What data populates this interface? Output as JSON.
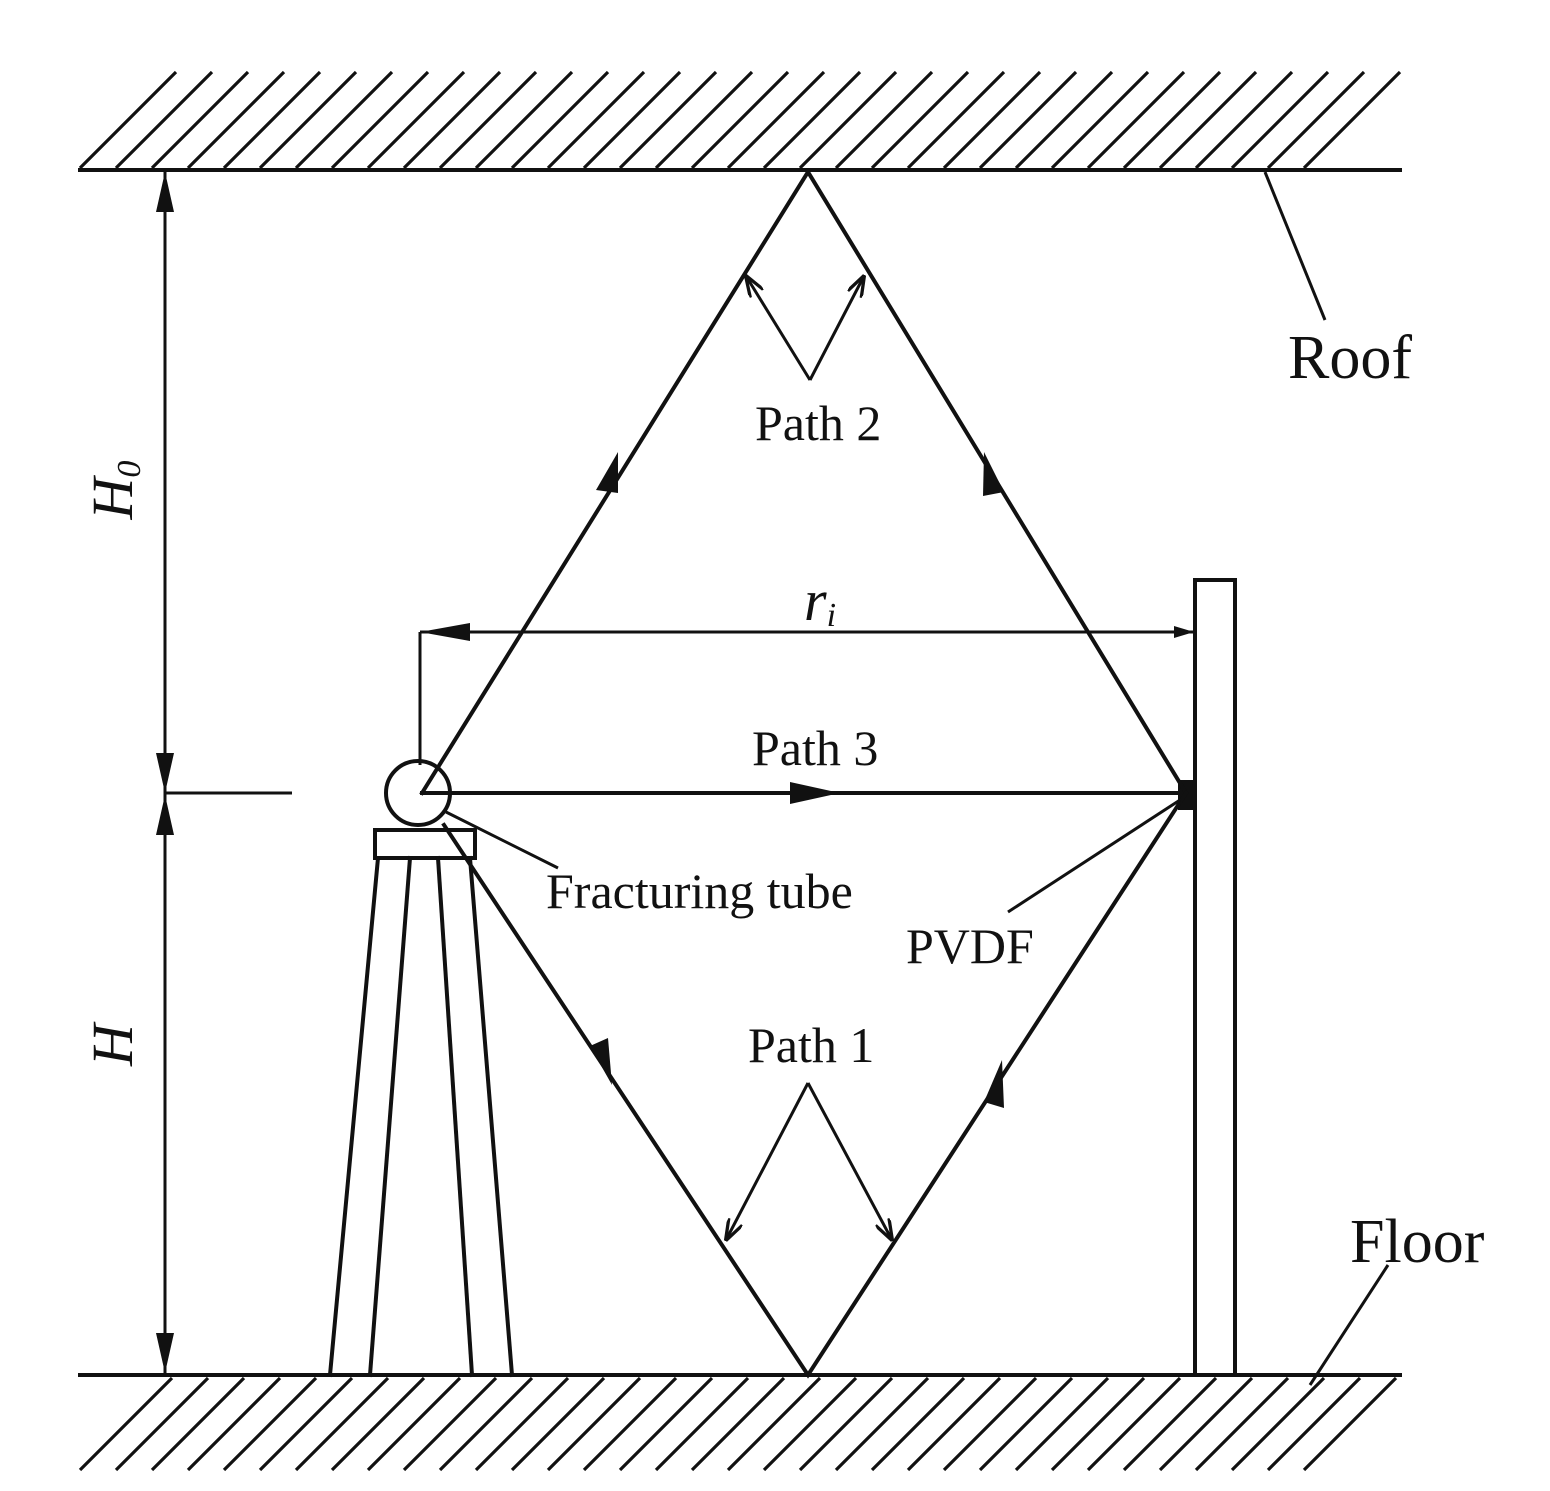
{
  "labels": {
    "roof": "Roof",
    "floor": "Floor",
    "path1": "Path 1",
    "path2": "Path 2",
    "path3": "Path 3",
    "fracturing_tube": "Fracturing tube",
    "pvdf": "PVDF",
    "h0_main": "H",
    "h0_sub": "0",
    "h": "H",
    "ri_main": "r",
    "ri_sub": "i"
  },
  "colors": {
    "ink": "#111111",
    "background": "#ffffff"
  }
}
